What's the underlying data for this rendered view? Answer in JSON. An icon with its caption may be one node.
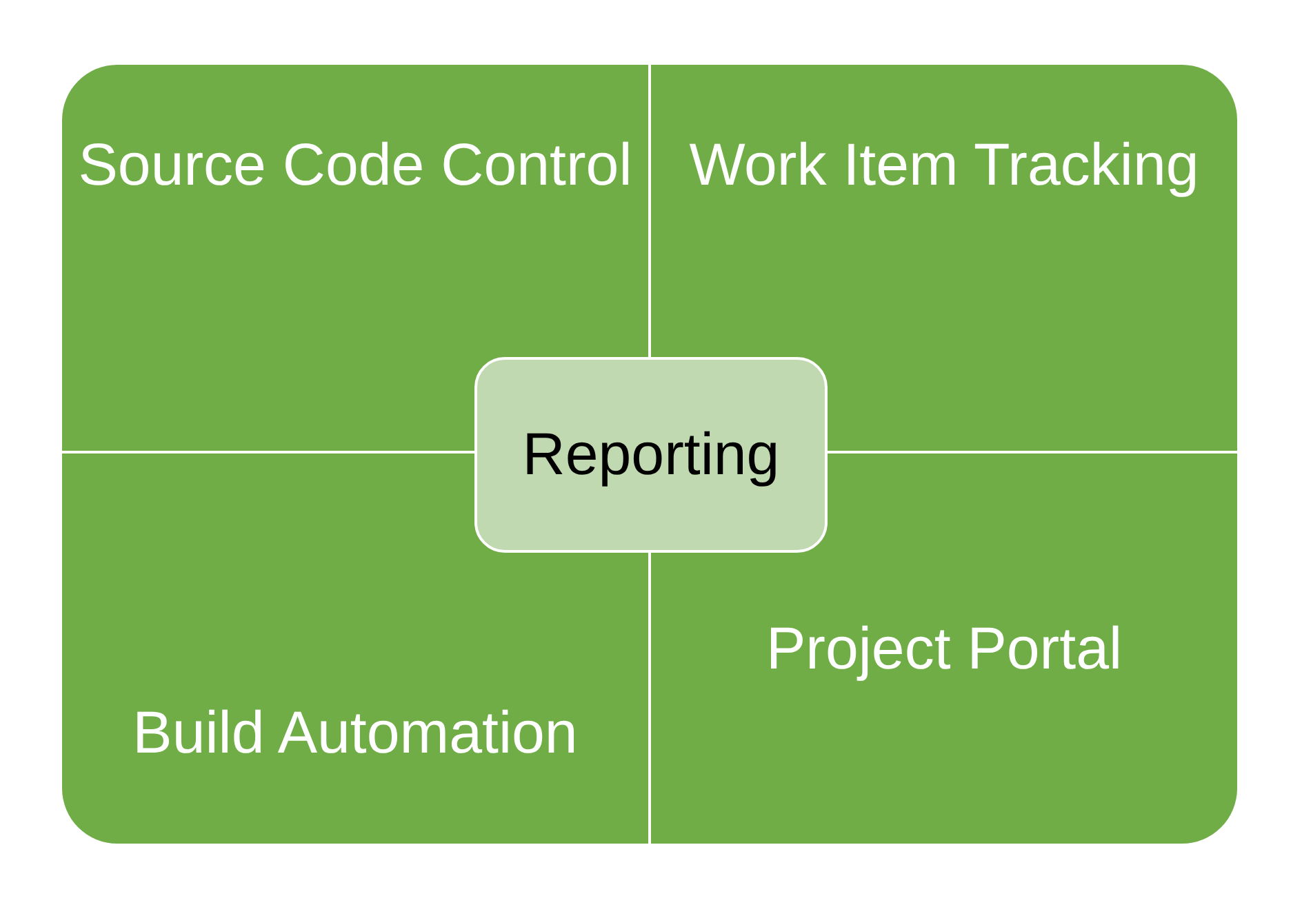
{
  "diagram": {
    "nodes": [
      {
        "text": [
          "Source Code Control"
        ]
      },
      {
        "text": [
          "Work Item Tracking"
        ]
      },
      {
        "text": [
          "Build Automation"
        ]
      },
      {
        "text": [
          "Project Portal"
        ]
      },
      {
        "text": [
          "Reporting"
        ]
      }
    ]
  }
}
